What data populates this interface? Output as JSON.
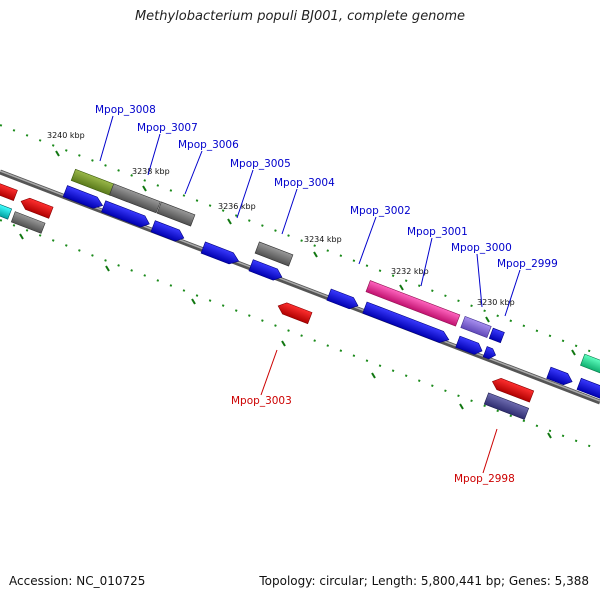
{
  "title": "Methylobacterium populi BJ001, complete genome",
  "footer": {
    "accession": "Accession: NC_010725",
    "topology": "Topology: circular; Length: 5,800,441 bp; Genes: 5,388"
  },
  "ticks": [
    "3240 kbp",
    "3238 kbp",
    "3236 kbp",
    "3234 kbp",
    "3232 kbp",
    "3230 kbp"
  ],
  "genes_forward": [
    {
      "label": "Mpop_3008",
      "color": "#6b8e23"
    },
    {
      "label": "Mpop_3007",
      "color": "#707070"
    },
    {
      "label": "Mpop_3006",
      "color": "#707070"
    },
    {
      "label": "Mpop_3005",
      "color": "#0000dd"
    },
    {
      "label": "Mpop_3004",
      "color": "#707070"
    },
    {
      "label": "Mpop_3002",
      "color": "#ee2299"
    },
    {
      "label": "Mpop_3001",
      "color": "#8866dd"
    },
    {
      "label": "Mpop_3000",
      "color": "#0000dd"
    },
    {
      "label": "Mpop_2999",
      "color": "#0000dd"
    }
  ],
  "genes_reverse": [
    {
      "label": "Mpop_3003",
      "color": "#ee0000"
    },
    {
      "label": "Mpop_2998",
      "color": "#4a4890"
    }
  ]
}
